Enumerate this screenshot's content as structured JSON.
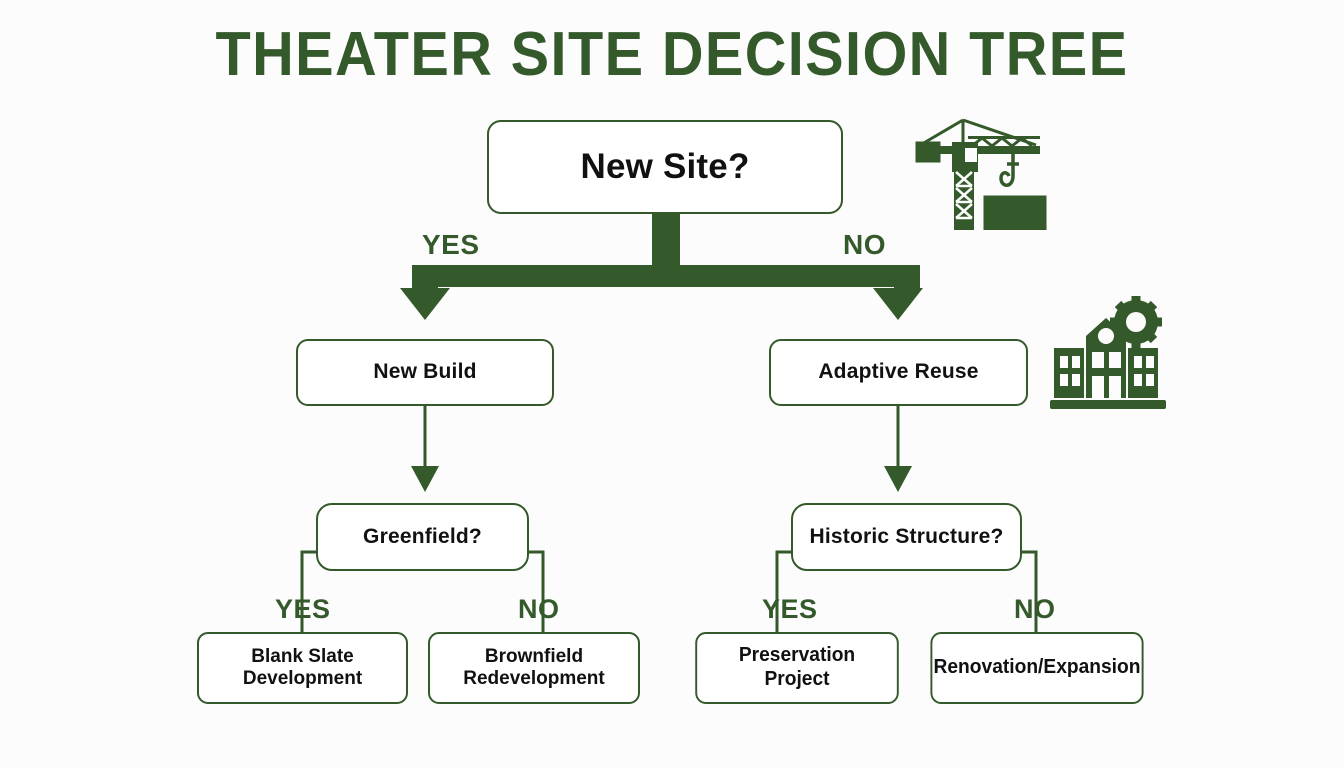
{
  "page": {
    "title": "THEATER SITE DECISION TREE",
    "background_color": "#fcfcfd",
    "accent_color": "#34592a",
    "node_text_color": "#111111",
    "node_fill_color": "#ffffff"
  },
  "chart_data": {
    "type": "diagram",
    "diagram_kind": "decision-tree",
    "title": "THEATER SITE DECISION TREE",
    "nodes": [
      {
        "id": "root",
        "label": "New Site?",
        "kind": "decision",
        "level": 0
      },
      {
        "id": "new-build",
        "label": "New Build",
        "kind": "outcome",
        "level": 1
      },
      {
        "id": "adaptive-reuse",
        "label": "Adaptive Reuse",
        "kind": "outcome",
        "level": 1
      },
      {
        "id": "greenfield",
        "label": "Greenfield?",
        "kind": "decision",
        "level": 2
      },
      {
        "id": "historic-structure",
        "label": "Historic Structure?",
        "kind": "decision",
        "level": 2
      },
      {
        "id": "blank-slate",
        "label": "Blank Slate Development",
        "kind": "leaf",
        "level": 3
      },
      {
        "id": "brownfield",
        "label": "Brownfield Redevelopment",
        "kind": "leaf",
        "level": 3
      },
      {
        "id": "preservation",
        "label": "Preservation Project",
        "kind": "leaf",
        "level": 3
      },
      {
        "id": "renovation",
        "label": "Renovation/Expansion",
        "kind": "leaf",
        "level": 3
      }
    ],
    "edges": [
      {
        "from": "root",
        "to": "new-build",
        "label": "YES"
      },
      {
        "from": "root",
        "to": "adaptive-reuse",
        "label": "NO"
      },
      {
        "from": "new-build",
        "to": "greenfield",
        "label": ""
      },
      {
        "from": "adaptive-reuse",
        "to": "historic-structure",
        "label": ""
      },
      {
        "from": "greenfield",
        "to": "blank-slate",
        "label": "YES"
      },
      {
        "from": "greenfield",
        "to": "brownfield",
        "label": "NO"
      },
      {
        "from": "historic-structure",
        "to": "preservation",
        "label": "YES"
      },
      {
        "from": "historic-structure",
        "to": "renovation",
        "label": "NO"
      }
    ]
  },
  "nodes": {
    "root": {
      "label": "New Site?"
    },
    "new_build": {
      "label": "New Build"
    },
    "adaptive_reuse": {
      "label": "Adaptive Reuse"
    },
    "greenfield": {
      "label": "Greenfield?"
    },
    "historic_structure": {
      "label": "Historic Structure?"
    },
    "blank_slate": {
      "line1": "Blank Slate",
      "line2": "Development"
    },
    "brownfield": {
      "line1": "Brownfield",
      "line2": "Redevelopment"
    },
    "preservation": {
      "label": "Preservation Project"
    },
    "renovation": {
      "label": "Renovation/Expansion"
    }
  },
  "branch_labels": {
    "root_yes": "YES",
    "root_no": "NO",
    "greenfield_yes": "YES",
    "greenfield_no": "NO",
    "historic_yes": "YES",
    "historic_no": "NO"
  },
  "icons": [
    {
      "name": "construction-crane-icon",
      "color": "#34592a"
    },
    {
      "name": "factory-gear-icon",
      "color": "#34592a"
    }
  ]
}
